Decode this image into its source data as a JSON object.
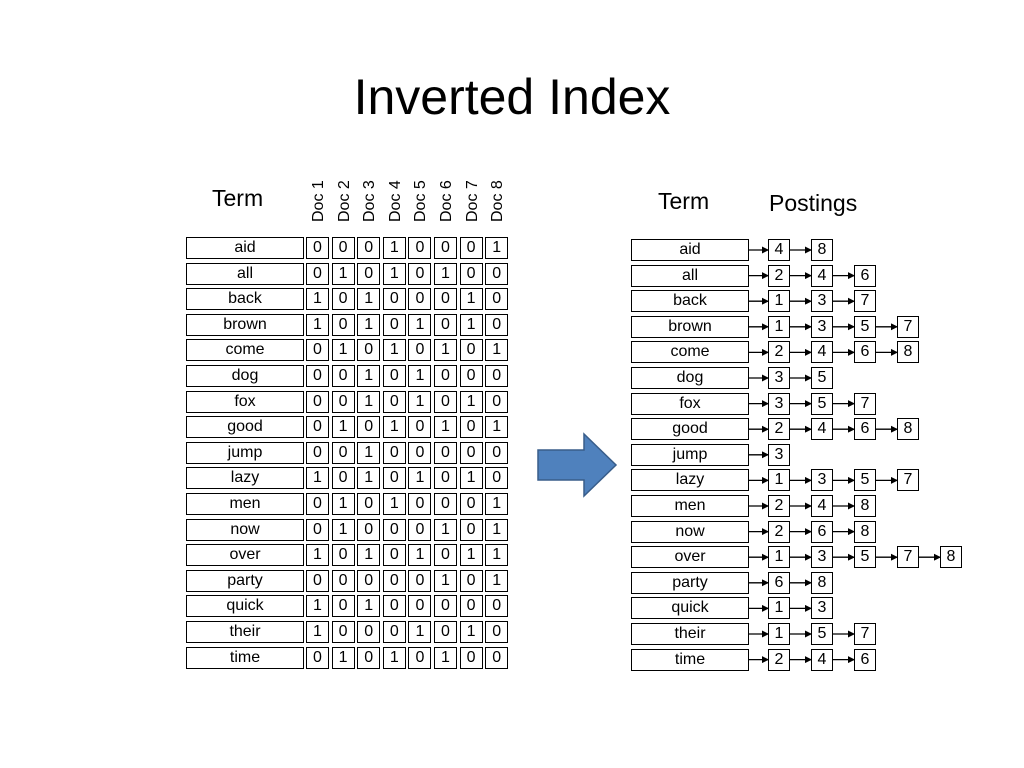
{
  "title": "Inverted Index",
  "matrix": {
    "term_header": "Term",
    "doc_headers": [
      "Doc 1",
      "Doc 2",
      "Doc 3",
      "Doc 4",
      "Doc 5",
      "Doc 6",
      "Doc 7",
      "Doc 8"
    ],
    "rows": [
      {
        "term": "aid",
        "bits": [
          0,
          0,
          0,
          1,
          0,
          0,
          0,
          1
        ]
      },
      {
        "term": "all",
        "bits": [
          0,
          1,
          0,
          1,
          0,
          1,
          0,
          0
        ]
      },
      {
        "term": "back",
        "bits": [
          1,
          0,
          1,
          0,
          0,
          0,
          1,
          0
        ]
      },
      {
        "term": "brown",
        "bits": [
          1,
          0,
          1,
          0,
          1,
          0,
          1,
          0
        ]
      },
      {
        "term": "come",
        "bits": [
          0,
          1,
          0,
          1,
          0,
          1,
          0,
          1
        ]
      },
      {
        "term": "dog",
        "bits": [
          0,
          0,
          1,
          0,
          1,
          0,
          0,
          0
        ]
      },
      {
        "term": "fox",
        "bits": [
          0,
          0,
          1,
          0,
          1,
          0,
          1,
          0
        ]
      },
      {
        "term": "good",
        "bits": [
          0,
          1,
          0,
          1,
          0,
          1,
          0,
          1
        ]
      },
      {
        "term": "jump",
        "bits": [
          0,
          0,
          1,
          0,
          0,
          0,
          0,
          0
        ]
      },
      {
        "term": "lazy",
        "bits": [
          1,
          0,
          1,
          0,
          1,
          0,
          1,
          0
        ]
      },
      {
        "term": "men",
        "bits": [
          0,
          1,
          0,
          1,
          0,
          0,
          0,
          1
        ]
      },
      {
        "term": "now",
        "bits": [
          0,
          1,
          0,
          0,
          0,
          1,
          0,
          1
        ]
      },
      {
        "term": "over",
        "bits": [
          1,
          0,
          1,
          0,
          1,
          0,
          1,
          1
        ]
      },
      {
        "term": "party",
        "bits": [
          0,
          0,
          0,
          0,
          0,
          1,
          0,
          1
        ]
      },
      {
        "term": "quick",
        "bits": [
          1,
          0,
          1,
          0,
          0,
          0,
          0,
          0
        ]
      },
      {
        "term": "their",
        "bits": [
          1,
          0,
          0,
          0,
          1,
          0,
          1,
          0
        ]
      },
      {
        "term": "time",
        "bits": [
          0,
          1,
          0,
          1,
          0,
          1,
          0,
          0
        ]
      }
    ]
  },
  "index": {
    "term_header": "Term",
    "postings_header": "Postings",
    "rows": [
      {
        "term": "aid",
        "postings": [
          4,
          8
        ]
      },
      {
        "term": "all",
        "postings": [
          2,
          4,
          6
        ]
      },
      {
        "term": "back",
        "postings": [
          1,
          3,
          7
        ]
      },
      {
        "term": "brown",
        "postings": [
          1,
          3,
          5,
          7
        ]
      },
      {
        "term": "come",
        "postings": [
          2,
          4,
          6,
          8
        ]
      },
      {
        "term": "dog",
        "postings": [
          3,
          5
        ]
      },
      {
        "term": "fox",
        "postings": [
          3,
          5,
          7
        ]
      },
      {
        "term": "good",
        "postings": [
          2,
          4,
          6,
          8
        ]
      },
      {
        "term": "jump",
        "postings": [
          3
        ]
      },
      {
        "term": "lazy",
        "postings": [
          1,
          3,
          5,
          7
        ]
      },
      {
        "term": "men",
        "postings": [
          2,
          4,
          8
        ]
      },
      {
        "term": "now",
        "postings": [
          2,
          6,
          8
        ]
      },
      {
        "term": "over",
        "postings": [
          1,
          3,
          5,
          7,
          8
        ]
      },
      {
        "term": "party",
        "postings": [
          6,
          8
        ]
      },
      {
        "term": "quick",
        "postings": [
          1,
          3
        ]
      },
      {
        "term": "their",
        "postings": [
          1,
          5,
          7
        ]
      },
      {
        "term": "time",
        "postings": [
          2,
          4,
          6
        ]
      }
    ]
  },
  "colors": {
    "arrow_fill": "#4f81bd",
    "arrow_stroke": "#385d8a",
    "line": "#000000"
  }
}
